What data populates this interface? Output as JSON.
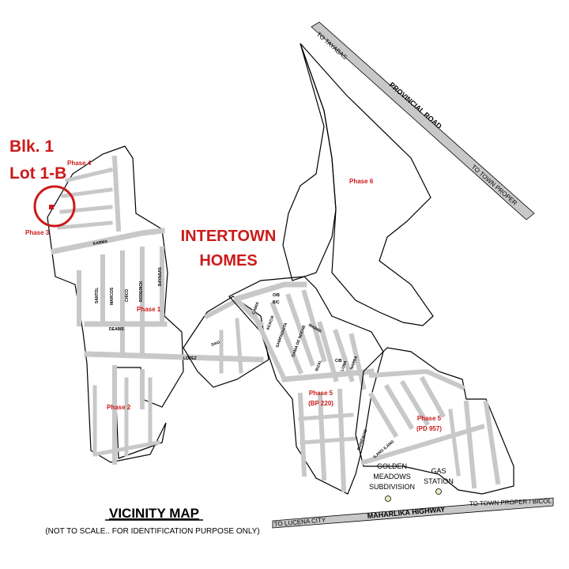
{
  "title": "VICINITY MAP",
  "subtitle": "(NOT TO SCALE.. FOR IDENTIFICATION PURPOSE ONLY)",
  "project": {
    "line1": "INTERTOWN",
    "line2": "HOMES"
  },
  "lot_marker": {
    "line1": "Blk. 1",
    "line2": "Lot 1-B"
  },
  "roads": {
    "provincial_road": "PROVINCIAL ROAD",
    "to_tayabas": "TO TAYABAS",
    "to_town_proper": "TO TOWN PROPER",
    "maharlika_highway": "MAHARLIKA HIGHWAY",
    "to_lucena_city": "TO LUCENA CITY",
    "to_town_proper_bicol": "TO TOWN PROPER / BICOL"
  },
  "phases": {
    "phase1": "Phase 1",
    "phase2": "Phase 2",
    "phase3": "Phase 3",
    "phase4": "Phase 4",
    "phase5a": "Phase 5",
    "phase5a_sub": "(BP 220)",
    "phase5b": "Phase 5",
    "phase5b_sub": "(PD 957)",
    "phase6": "Phase 6"
  },
  "landmarks": {
    "golden_meadows": [
      "GOLDEN",
      "MEADOWS",
      "SUBDIVISION"
    ],
    "gas_station": [
      "GAS",
      "STATION"
    ]
  },
  "streets": {
    "karma": "KARMA",
    "lopez": "LOPEZ",
    "deabis": "DEABIS",
    "marcos": "MARCOS",
    "chico": "CHICO",
    "roderick": "RODERICK",
    "bayabas": "BAYABAS",
    "santol": "SANTOL",
    "rizal": "RIZAL",
    "mabini": "MABINI",
    "bonifacio": "BONIFACIO",
    "luna": "LUNA",
    "sampaguita": "SAMPAGUITA",
    "dama_de_noche": "DAMA DE NOCHE",
    "camia": "CAMIA",
    "acacia": "ACACIA",
    "narra": "NARRA",
    "dao": "DAO",
    "ilang_ilang": "ILANG ILANG",
    "ob": "O/B",
    "bc": "B/C",
    "cb": "C/B"
  },
  "colors": {
    "road": "#c8c8c8",
    "label_red": "#cc1a1a",
    "outline": "#000000"
  }
}
